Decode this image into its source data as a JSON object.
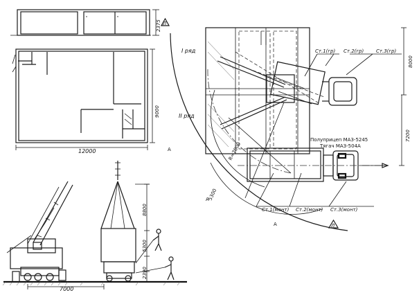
{
  "dimensions": {
    "building_height": "2375",
    "building_length": "12000",
    "building_width": "9000",
    "crane_reach": "7000",
    "boom_height_total": "8800",
    "boom_mid": "5300",
    "boom_low": "2390",
    "truck_lateral": "7200",
    "truck_front": "8000",
    "crane_radius": "R=7000",
    "circle_dim": "5300"
  },
  "labels": {
    "row_1": "I ряд",
    "row_2": "II ряд",
    "trailer": "Полуприцеп МАЗ-5245",
    "tractor": "Тягач МАЗ-504А"
  },
  "stations": {
    "st1_top": "Ст.1(гр)",
    "st2_top": "Ст.2(гр)",
    "st3_top": "Ст.3(гр)",
    "st1_bottom": "Ст.1(монт)",
    "st2_bottom": "Ст.2(монт)",
    "st3_bottom": "Ст.3(монт)"
  }
}
